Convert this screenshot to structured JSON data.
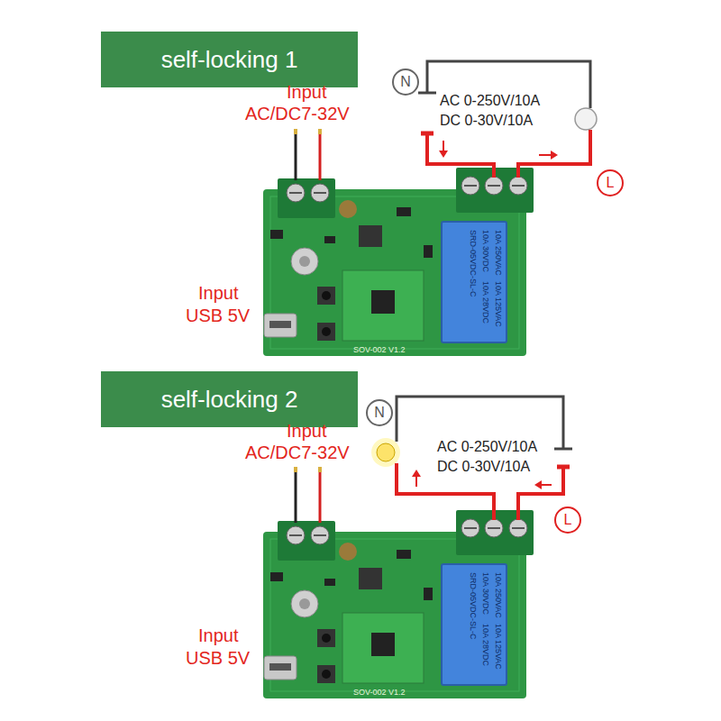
{
  "diagram": {
    "nodes": [
      {
        "text": [
          "self-locking 1"
        ]
      },
      {
        "text": [
          "N"
        ]
      },
      {
        "text": [
          "L"
        ]
      },
      {
        "text": [
          "self-locking 2"
        ]
      },
      {
        "text": [
          "N"
        ]
      },
      {
        "text": [
          "L"
        ]
      }
    ],
    "labels": [
      "Input",
      "AC/DC7-32V",
      "AC 0-250V/10A",
      "DC 0-30V/10A",
      "Input",
      "USB 5V",
      "10A 250VAC",
      "10A 125VAC",
      "10A 30VDC",
      "10A 28VDC",
      "SRD-05VDC-SL-C",
      "SOV-002 V1.2",
      "Input",
      "AC/DC7-32V",
      "AC 0-250V/10A",
      "DC 0-30V/10A",
      "Input",
      "USB 5V",
      "10A 250VAC",
      "10A 125VAC",
      "10A 30VDC",
      "10A 28VDC",
      "SRD-05VDC-SL-C",
      "SOV-002 V1.2"
    ]
  }
}
